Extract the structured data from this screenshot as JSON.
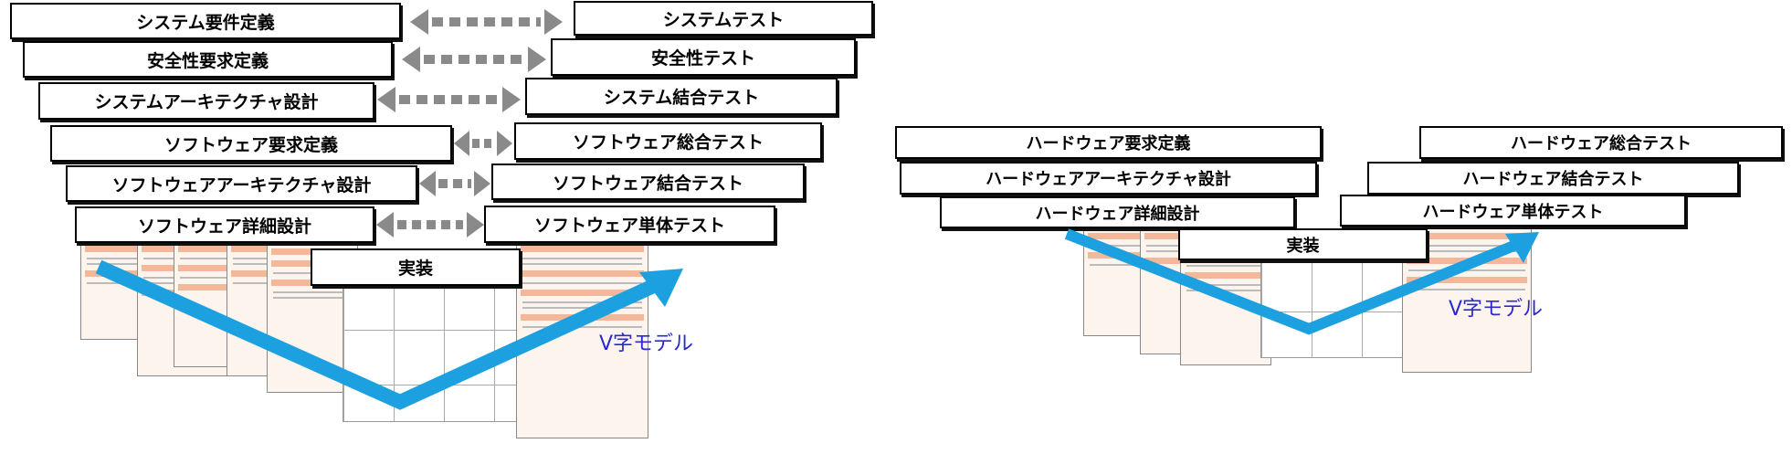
{
  "left": {
    "design": [
      "システム要件定義",
      "安全性要求定義",
      "システムアーキテクチャ設計",
      "ソフトウェア要求定義",
      "ソフトウェアアーキテクチャ設計",
      "ソフトウェア詳細設計"
    ],
    "tests": [
      "システムテスト",
      "安全性テスト",
      "システム結合テスト",
      "ソフトウェア総合テスト",
      "ソフトウェア結合テスト",
      "ソフトウェア単体テスト"
    ],
    "implementation": "実装",
    "model_label": "V字モデル"
  },
  "right": {
    "design": [
      "ハードウェア要求定義",
      "ハードウェアアーキテクチャ設計",
      "ハードウェア詳細設計"
    ],
    "tests": [
      "ハードウェア総合テスト",
      "ハードウェア結合テスト",
      "ハードウェア単体テスト"
    ],
    "implementation": "実装",
    "model_label": "V字モデル"
  },
  "colors": {
    "v_arrow": "#1ca0e0",
    "link_arrow": "#8a8a8a",
    "label": "#2a2ad0"
  }
}
